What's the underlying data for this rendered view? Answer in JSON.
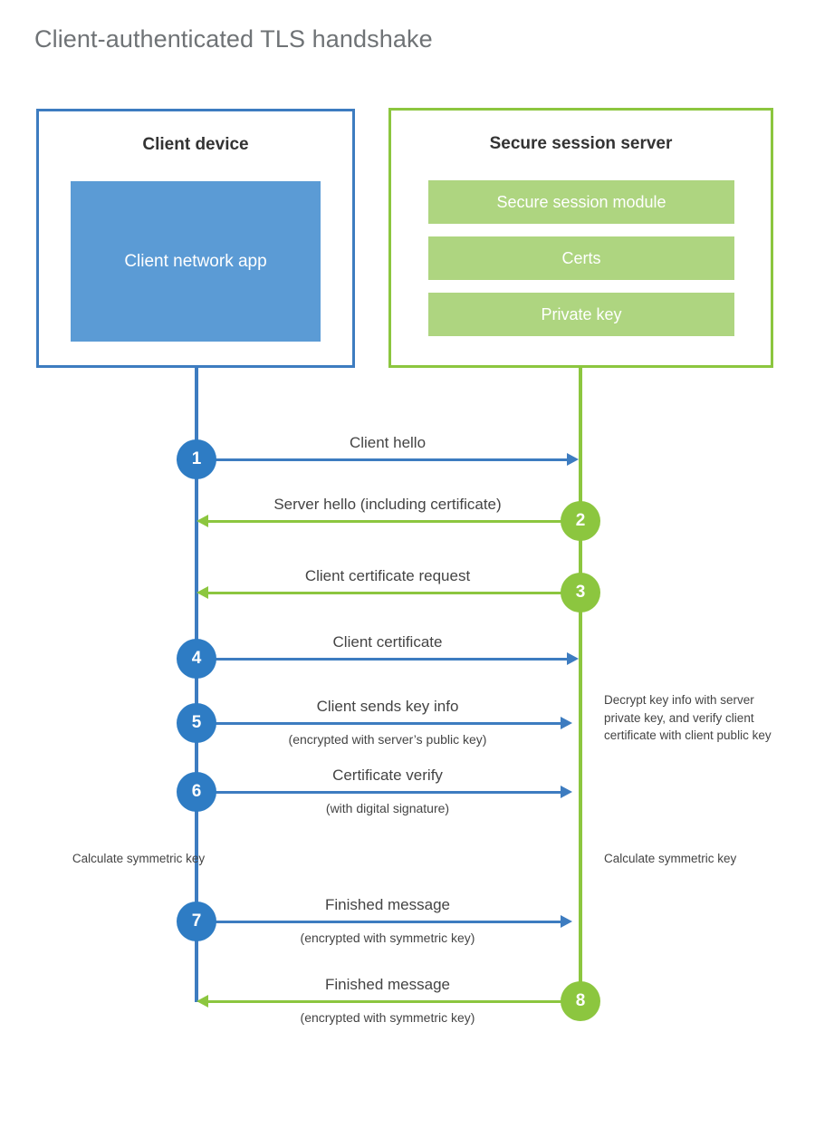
{
  "title": "Client-authenticated TLS handshake",
  "colors": {
    "client_blue": "#3d7cc0",
    "client_app_fill": "#5b9bd5",
    "server_green": "#8cc63f",
    "server_bar_fill": "#aed580",
    "title_gray": "#6f7376",
    "text_dark": "#444444"
  },
  "client": {
    "title": "Client device",
    "app_label": "Client network app"
  },
  "server": {
    "title": "Secure session server",
    "components": [
      "Secure session module",
      "Certs",
      "Private key"
    ]
  },
  "messages": [
    {
      "number": "1",
      "label": "Client hello",
      "sublabel": "",
      "direction": "client-to-server",
      "color": "blue"
    },
    {
      "number": "2",
      "label": "Server hello (including certificate)",
      "sublabel": "",
      "direction": "server-to-client",
      "color": "green"
    },
    {
      "number": "3",
      "label": "Client certificate request",
      "sublabel": "",
      "direction": "server-to-client",
      "color": "green"
    },
    {
      "number": "4",
      "label": "Client certificate",
      "sublabel": "",
      "direction": "client-to-server",
      "color": "blue"
    },
    {
      "number": "5",
      "label": "Client sends key info",
      "sublabel": "(encrypted with server’s public key)",
      "direction": "client-to-server",
      "color": "blue"
    },
    {
      "number": "6",
      "label": "Certificate verify",
      "sublabel": "(with digital signature)",
      "direction": "client-to-server",
      "color": "blue"
    },
    {
      "number": "7",
      "label": "Finished message",
      "sublabel": "(encrypted with symmetric key)",
      "direction": "client-to-server",
      "color": "blue"
    },
    {
      "number": "8",
      "label": "Finished message",
      "sublabel": "(encrypted with symmetric key)",
      "direction": "server-to-client",
      "color": "green"
    }
  ],
  "annotations": {
    "server_decrypt": "Decrypt key info with server private key, and verify client certificate with client public key",
    "client_calc": "Calculate symmetric key",
    "server_calc": "Calculate symmetric key"
  }
}
